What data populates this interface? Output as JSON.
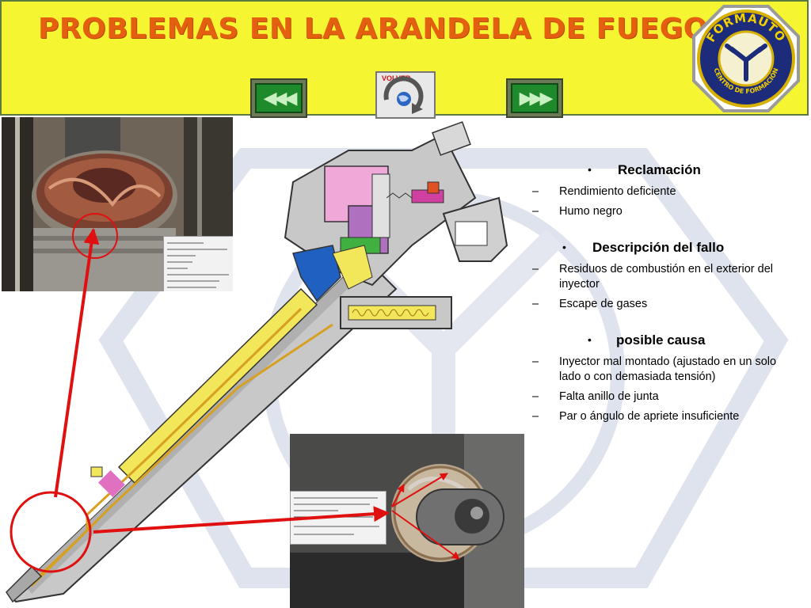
{
  "title": "PROBLEMAS EN LA ARANDELA DE FUEGO",
  "navigation": {
    "back_label": "VOLVER",
    "prev_glyph": "◀◀◀",
    "next_glyph": "▶▶▶"
  },
  "logo": {
    "brand": "FORMAUTO",
    "subtitle": "CENTRO DE FORMACIÓN"
  },
  "sections": [
    {
      "heading": "Reclamación",
      "items": [
        "Rendimiento deficiente",
        "Humo negro"
      ]
    },
    {
      "heading": "Descripción del fallo",
      "items": [
        "Residuos de combustión en el exterior del inyector",
        "Escape de gases"
      ]
    },
    {
      "heading": "posible causa",
      "items": [
        "Inyector mal montado (ajustado en un solo lado o con demasiada tensión)",
        "Falta anillo de junta",
        "Par o ángulo de apriete insuficiente"
      ]
    }
  ],
  "colors": {
    "header_bg": "#f5f532",
    "title": "#e55f10",
    "arrow": "#e01010"
  },
  "icons": {
    "prev": "triple-left-arrow-icon",
    "next": "triple-right-arrow-icon",
    "back": "return-globe-icon"
  }
}
